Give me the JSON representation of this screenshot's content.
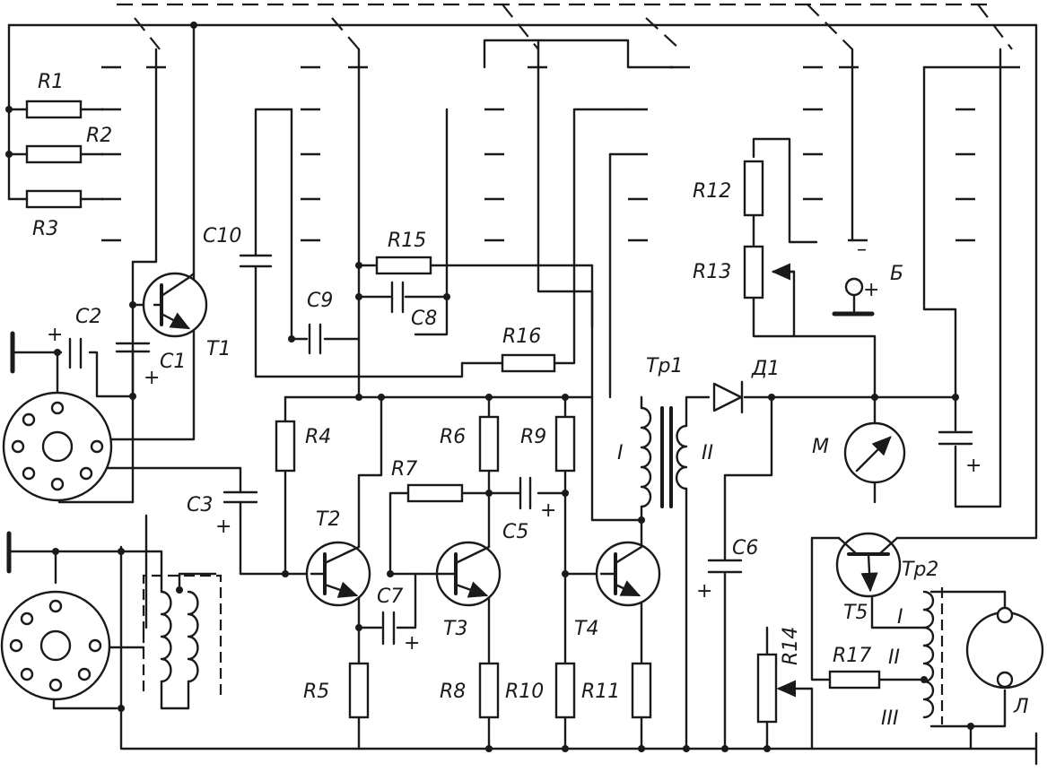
{
  "labels": {
    "r1": "R1",
    "r2": "R2",
    "r3": "R3",
    "r4": "R4",
    "r5": "R5",
    "r6": "R6",
    "r7": "R7",
    "r8": "R8",
    "r9": "R9",
    "r10": "R10",
    "r11": "R11",
    "r12": "R12",
    "r13": "R13",
    "r14": "R14",
    "r15": "R15",
    "r16": "R16",
    "r17": "R17",
    "c1": "C1",
    "c2": "C2",
    "c3": "C3",
    "c5": "C5",
    "c6": "C6",
    "c7": "C7",
    "c8": "C8",
    "c9": "C9",
    "c10": "C10",
    "t1": "T1",
    "t2": "T2",
    "t3": "T3",
    "t4": "T4",
    "t5": "T5",
    "tr1": "Тр1",
    "tr2": "Тр2",
    "d1": "Д1",
    "meter": "M",
    "lamp": "Л",
    "battery": "Б",
    "w1": "I",
    "w2": "II",
    "w5_1": "I",
    "w5_2": "II",
    "w5_3": "III"
  },
  "signs": {
    "plus": "+",
    "minus": "–"
  },
  "colors": {
    "ink": "#1a1a1a",
    "paper": "#ffffff"
  }
}
